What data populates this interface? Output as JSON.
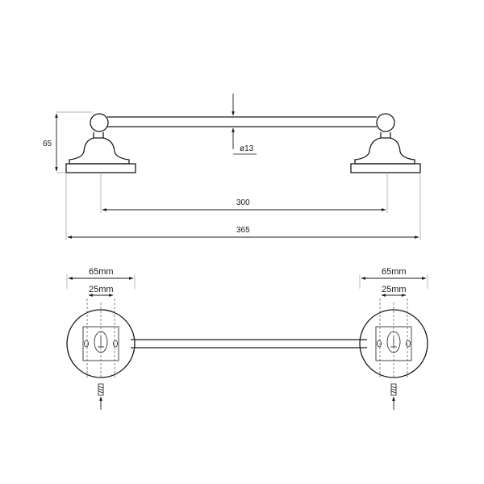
{
  "side_view": {
    "height_label": "65",
    "diameter_label": "ø13",
    "inner_span_label": "300",
    "overall_span_label": "365"
  },
  "front_view": {
    "left": {
      "plate_width_label": "65mm",
      "hole_spacing_label": "25mm"
    },
    "right": {
      "plate_width_label": "65mm",
      "hole_spacing_label": "25mm"
    }
  }
}
